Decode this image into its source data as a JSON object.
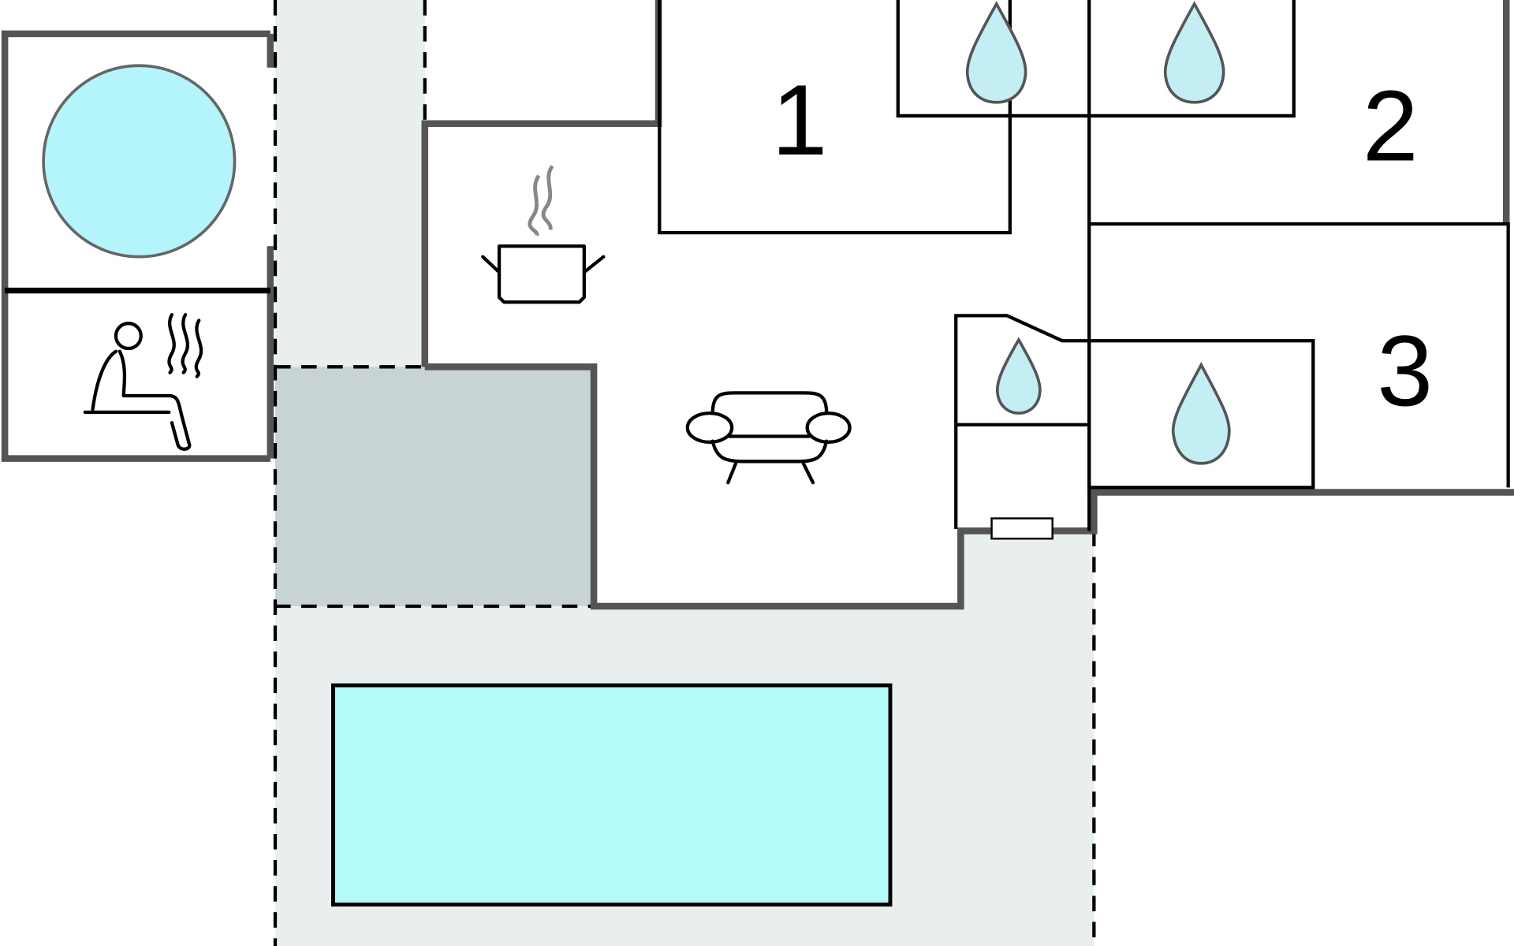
{
  "title": "Floor plan",
  "rooms": [
    {
      "label": "1",
      "type": "bedroom"
    },
    {
      "label": "2",
      "type": "bedroom"
    },
    {
      "label": "3",
      "type": "bedroom"
    }
  ],
  "icons": [
    "jacuzzi-icon",
    "sauna-icon",
    "kitchen-pot-icon",
    "sofa-icon",
    "water-drop-icon",
    "pool-icon"
  ],
  "colors": {
    "outdoor": "#e9eeee",
    "terrace": "#c8d4d4",
    "water": "#b3fbfb",
    "drop": "#c3eef4",
    "wall": "#555555"
  }
}
